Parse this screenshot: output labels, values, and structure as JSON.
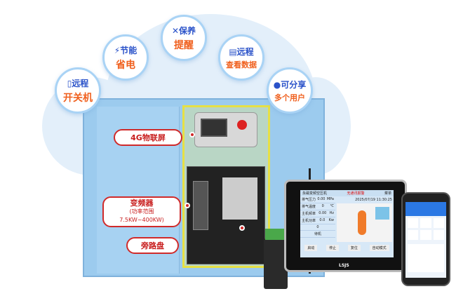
{
  "features": [
    {
      "icon": "phone-icon",
      "line1": "远程",
      "line2": "开关机"
    },
    {
      "icon": "lightning-icon",
      "line1": "节能",
      "line2": "省电"
    },
    {
      "icon": "tools-icon",
      "line1": "保养",
      "line2": "提醒"
    },
    {
      "icon": "chart-icon",
      "line1": "远程",
      "line2": "查看数据"
    },
    {
      "icon": "users-icon",
      "line1": "可分享",
      "line2": "多个用户"
    }
  ],
  "tags": {
    "iot_screen": "4G物联屏",
    "inverter": "变频器",
    "inverter_range": "(功率范围7.5KW~400KW)",
    "bypass": "旁路盘"
  },
  "hmi": {
    "title": "永磁变频空压机",
    "alarm": "无通讯报警",
    "menu": "菜单",
    "datetime": "2025/07/19 11:30:25",
    "rows": [
      {
        "label": "排气压力",
        "value": "0.00",
        "unit": "MPa"
      },
      {
        "label": "排气温度",
        "value": "0",
        "unit": "℃"
      },
      {
        "label": "主机频率",
        "value": "0.00",
        "unit": "Hz"
      },
      {
        "label": "主机功率",
        "value": "0.0",
        "unit": "Kw"
      },
      {
        "label": "",
        "value": "0",
        "unit": ""
      },
      {
        "label": "",
        "value": "待机",
        "unit": ""
      }
    ],
    "buttons": [
      "启动",
      "停止",
      "复位",
      "自动模式"
    ],
    "brand": "LSJS"
  },
  "colors": {
    "accent_blue": "#2a52c9",
    "accent_orange": "#f0601e",
    "tag_red": "#d02a2a"
  }
}
